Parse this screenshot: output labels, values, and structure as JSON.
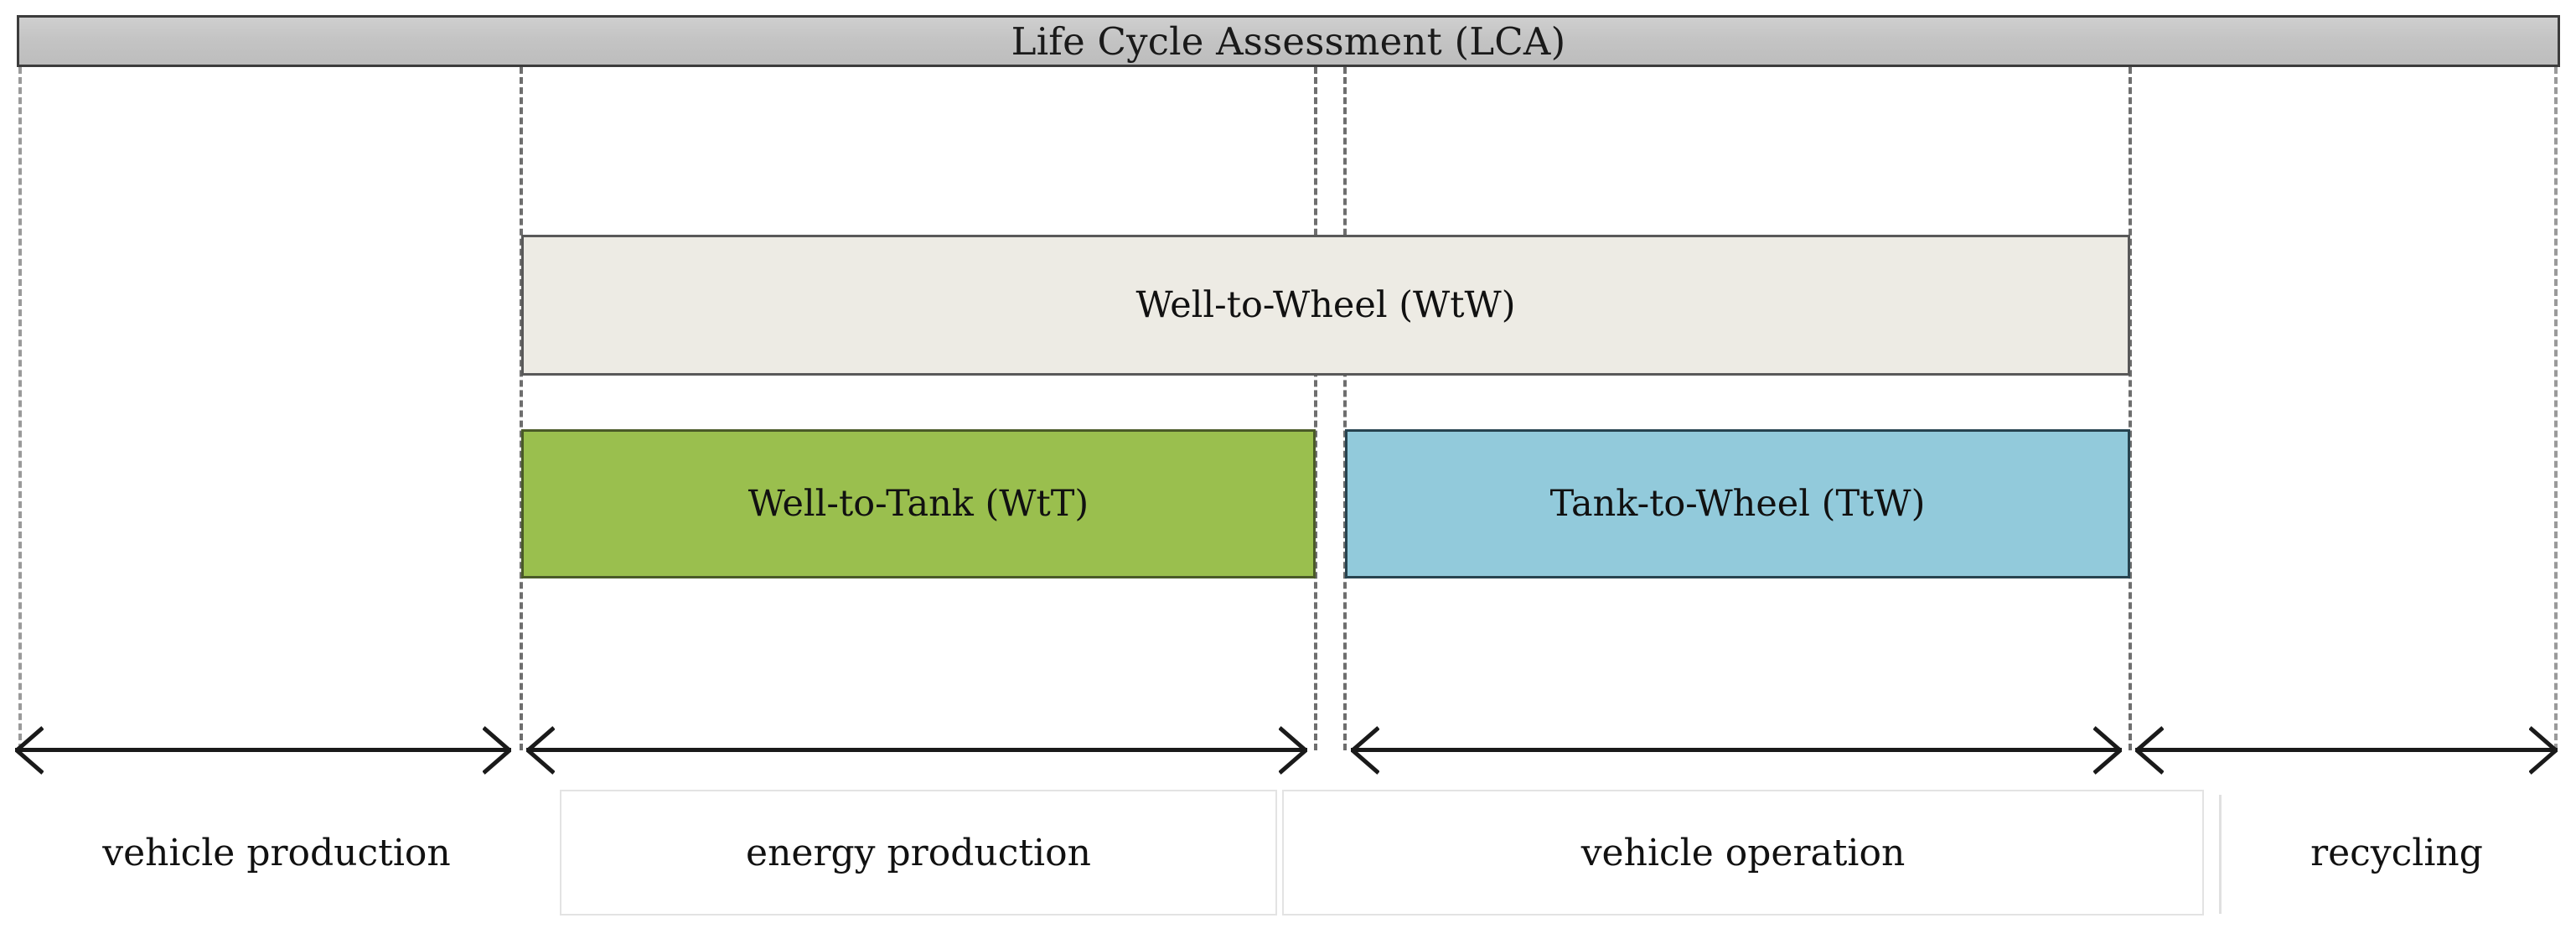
{
  "diagram": {
    "title_bar": {
      "label": "Life Cycle Assessment (LCA)",
      "fill": "#c4c4c4",
      "border": "#3c3c3c"
    },
    "bars": [
      {
        "id": "wtw",
        "label": "Well-to-Wheel (WtW)",
        "fill": "#edebe4",
        "border": "#595959"
      },
      {
        "id": "wtt",
        "label": "Well-to-Tank (WtT)",
        "fill": "#9ABF4E",
        "border": "#4a5a28"
      },
      {
        "id": "ttw",
        "label": "Tank-to-Wheel (TtW)",
        "fill": "#92CADB",
        "border": "#27434f"
      }
    ],
    "stages": [
      {
        "id": "vehicle-production",
        "label": "vehicle production",
        "boxed": false
      },
      {
        "id": "energy-production",
        "label": "energy production",
        "boxed": true
      },
      {
        "id": "vehicle-operation",
        "label": "vehicle operation",
        "boxed": true
      },
      {
        "id": "recycling",
        "label": "recycling",
        "boxed": false
      }
    ],
    "arrows": {
      "count": 4,
      "style": "double-headed",
      "color": "#1a1a1a"
    },
    "guides": {
      "style": "dashed",
      "color": "#9a9a9a"
    }
  },
  "chart_data": {
    "type": "bar",
    "title": "Life Cycle Assessment (LCA)",
    "xlabel": "",
    "ylabel": "",
    "categories": [
      "vehicle production",
      "energy production",
      "vehicle operation",
      "recycling"
    ],
    "series": [
      {
        "name": "Life Cycle Assessment (LCA)",
        "spans": [
          "vehicle production",
          "energy production",
          "vehicle operation",
          "recycling"
        ]
      },
      {
        "name": "Well-to-Wheel (WtW)",
        "spans": [
          "energy production",
          "vehicle operation"
        ]
      },
      {
        "name": "Well-to-Tank (WtT)",
        "spans": [
          "energy production"
        ]
      },
      {
        "name": "Tank-to-Wheel (TtW)",
        "spans": [
          "vehicle operation"
        ]
      }
    ],
    "grid": false,
    "legend": "none"
  }
}
